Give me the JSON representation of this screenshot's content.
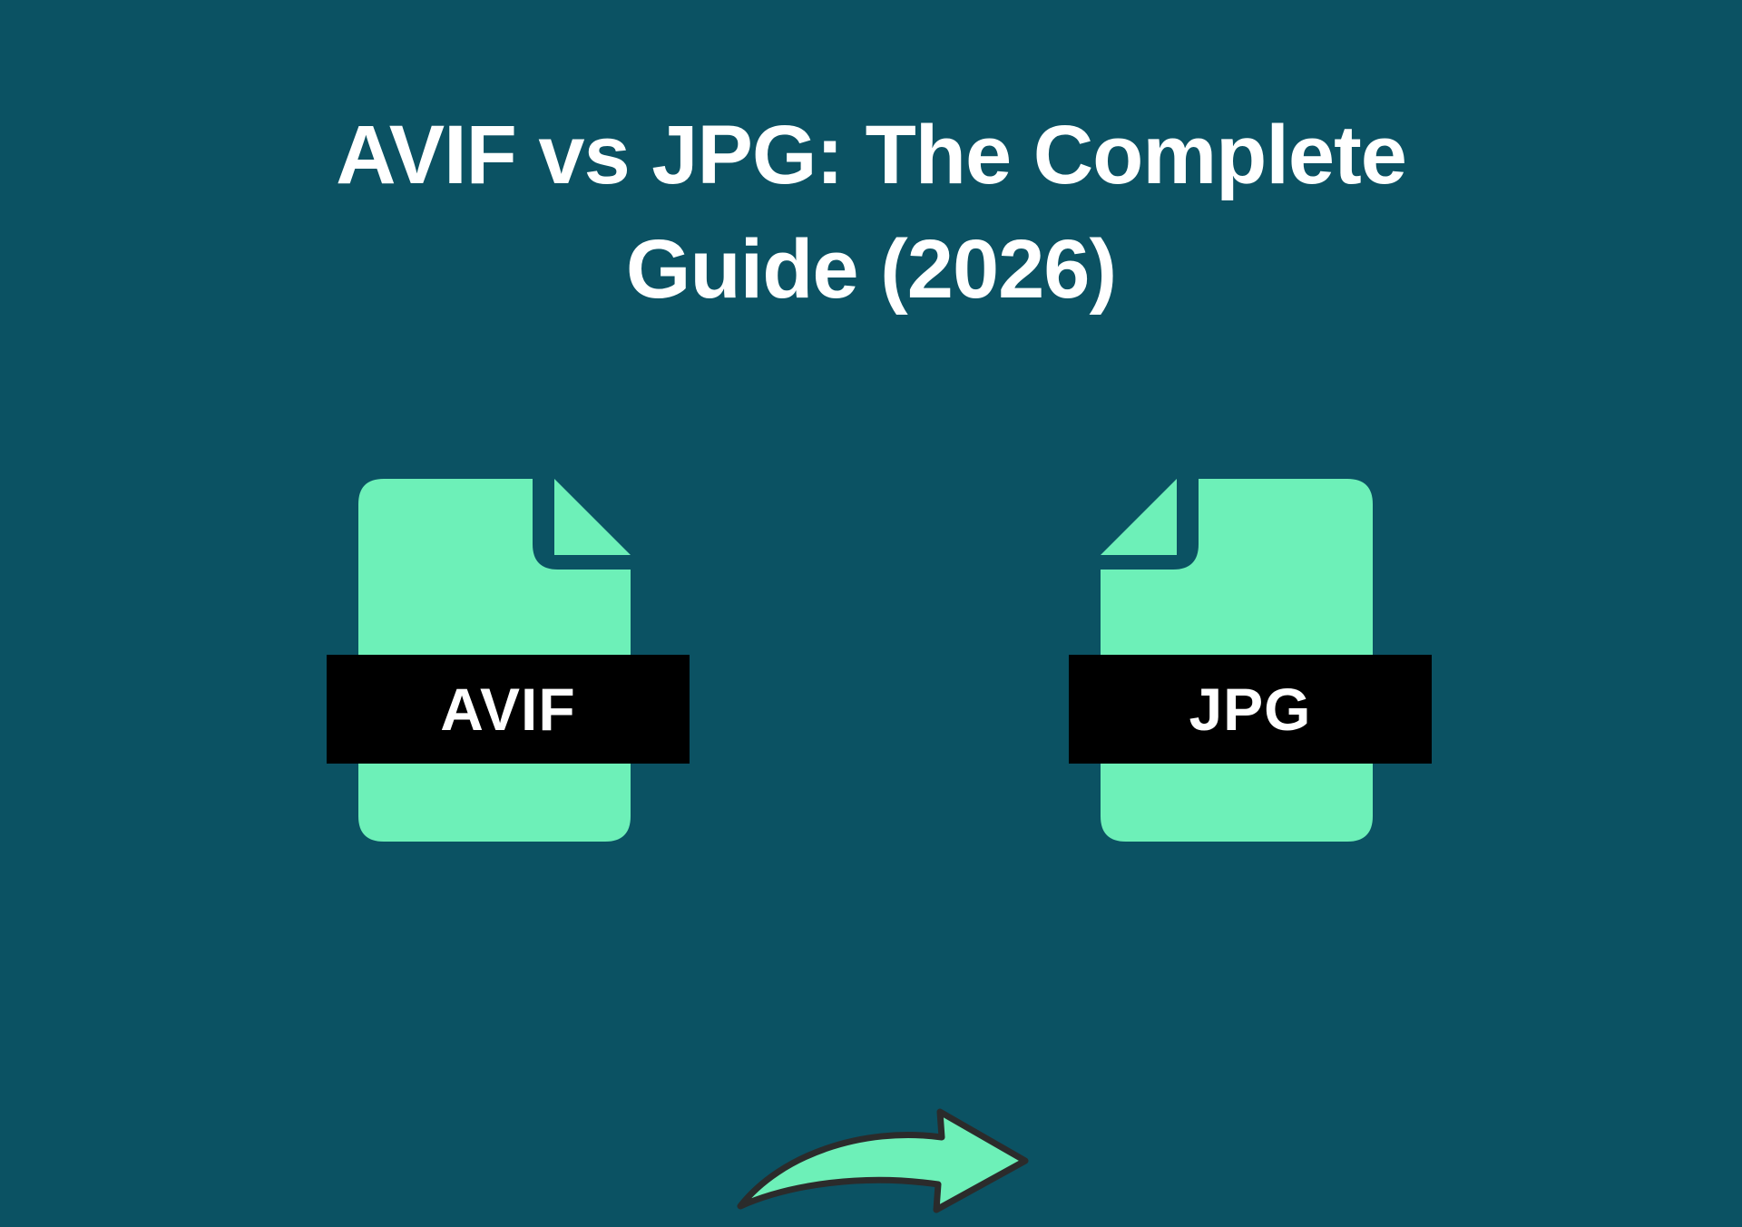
{
  "canvas": {
    "background_color": "#0b5263",
    "accent_color": "#6df0b8",
    "band_color": "#000000",
    "text_color": "#ffffff",
    "outline_color": "#2b2b2b"
  },
  "title": {
    "full_text": "AVIF vs JPG: The Complete Guide (2026)",
    "line1": "AVIF vs JPG: The Complete",
    "line2": "Guide (2026)"
  },
  "conversion": {
    "source": {
      "icon_name": "avif-file-icon",
      "label": "AVIF",
      "fold_corner": "top-right"
    },
    "target": {
      "icon_name": "jpg-file-icon",
      "label": "JPG",
      "fold_corner": "top-left"
    },
    "arrow": {
      "icon_name": "curved-arrow-right-icon",
      "direction": "right"
    }
  }
}
